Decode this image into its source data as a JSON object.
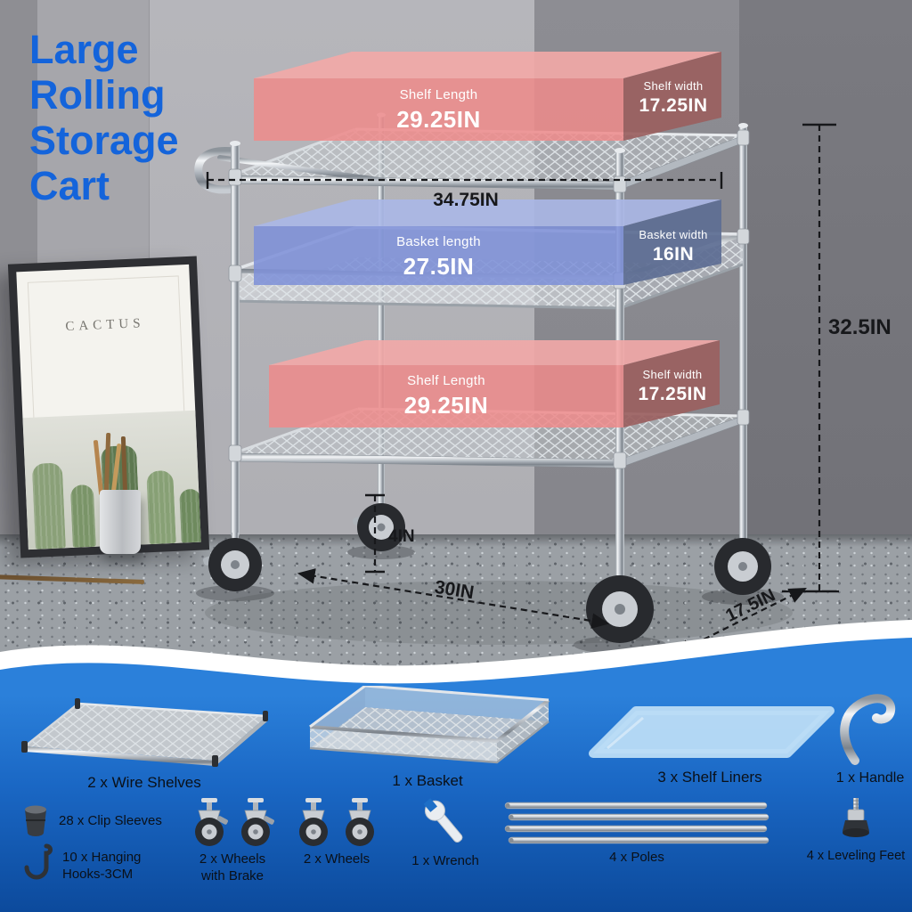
{
  "title": {
    "line1": "Large",
    "line2": "Rolling",
    "line3": "Storage",
    "line4": "Cart"
  },
  "frame": {
    "caption": "CACTUS"
  },
  "boxes": {
    "top": {
      "front_label": "Shelf Length",
      "front_value": "29.25IN",
      "side_label": "Shelf width",
      "side_value": "17.25IN"
    },
    "middle": {
      "front_label": "Basket length",
      "front_value": "27.5IN",
      "side_label": "Basket width",
      "side_value": "16IN"
    },
    "bottom": {
      "front_label": "Shelf Length",
      "front_value": "29.25IN",
      "side_label": "Shelf width",
      "side_value": "17.25IN"
    }
  },
  "measurements": {
    "length_with_handle": "34.75IN",
    "height": "32.5IN",
    "wheel": "4IN",
    "length": "30IN",
    "depth": "17.5IN"
  },
  "parts": [
    {
      "name": "wire-shelves",
      "label": "2 x Wire Shelves"
    },
    {
      "name": "basket",
      "label": "1 x Basket"
    },
    {
      "name": "shelf-liners",
      "label": "3 x Shelf Liners"
    },
    {
      "name": "handle",
      "label": "1 x Handle"
    },
    {
      "name": "clip-sleeves",
      "label": "28 x Clip Sleeves"
    },
    {
      "name": "hanging-hooks",
      "label": "10 x Hanging Hooks-3CM"
    },
    {
      "name": "wheels-with-brake",
      "label": "2 x Wheels with Brake"
    },
    {
      "name": "wheels",
      "label": "2 x Wheels"
    },
    {
      "name": "wrench",
      "label": "1 x Wrench"
    },
    {
      "name": "poles",
      "label": "4 x Poles"
    },
    {
      "name": "leveling-feet",
      "label": "4 x Leveling Feet"
    }
  ],
  "colors": {
    "title_blue": "#1464db",
    "shelf_box_front": "#ee8a8a",
    "shelf_box_side": "#9a6060",
    "basket_box_front": "#7e91d8",
    "basket_box_side": "#5e6e93",
    "panel_blue_top": "#2b80da",
    "panel_blue_bottom": "#0c4a9c",
    "liner_blue": "#badcf5",
    "dimension_text": "#17181b"
  }
}
